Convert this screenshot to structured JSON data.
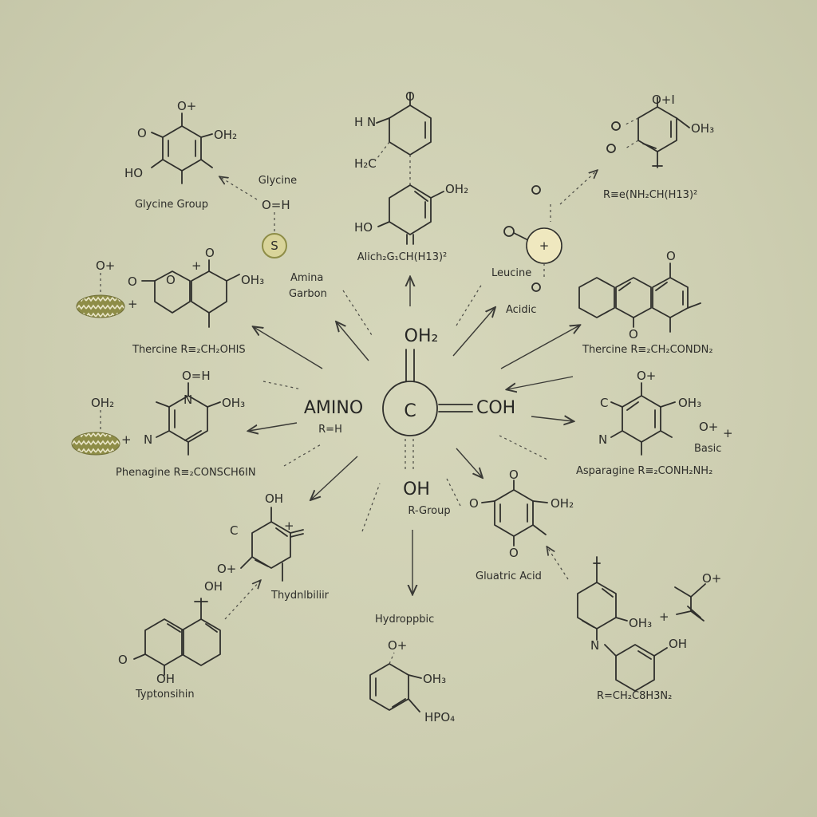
{
  "center": {
    "carbon": "C",
    "top_group": "OH₂",
    "right_group": "COH",
    "bottom_group": "OH",
    "left_label": "AMINO",
    "left_sublabel": "R=H",
    "r_group_label": "R-Group"
  },
  "labels": {
    "glycine_group": "Glycine Group",
    "glycine": "Glycine",
    "glycine_node_s": "S",
    "glycine_node_top": "O=H",
    "amina_carbon_1": "Amina",
    "amina_carbon_2": "Garbon",
    "top_formula": "Alich₂G₁CH(H13)²",
    "top_right_formula": "R≡e(NH₂CH(H13)²",
    "leucine": "Leucine",
    "acidic": "Acidic",
    "thercine_left": "Thercine R≡₂CH₂OHIS",
    "thercine_right": "Thercine R≡₂CH₂CONDN₂",
    "phenagine": "Phenagine R≡₂CONSCH6IN",
    "asparagine": "Asparagine R≡₂CONH₂NH₂",
    "basic": "Basic",
    "glutaric": "Gluatric Acid",
    "hydrophilic": "Thydnlbiliir",
    "hydrophobic": "Hydroppbic",
    "hpo4": "HPO₄",
    "typtophan": "Typtonsihin",
    "bottom_right_formula": "R=CH₂C8H3N₂"
  },
  "atoms": {
    "o_plus": "O+",
    "o_plus_i": "O+I",
    "o": "O",
    "oh": "OH",
    "oh2": "OH₂",
    "oh3": "OH₃",
    "ho": "HO",
    "h2c": "H₂C",
    "hn": "H N",
    "n": "N",
    "c": "C",
    "o_h": "O=H",
    "plus": "+"
  },
  "colors": {
    "background": "#cfd0b3",
    "ink": "#2d2d2a",
    "olive": "#8e8d47",
    "cream_node": "#efe8bf"
  }
}
